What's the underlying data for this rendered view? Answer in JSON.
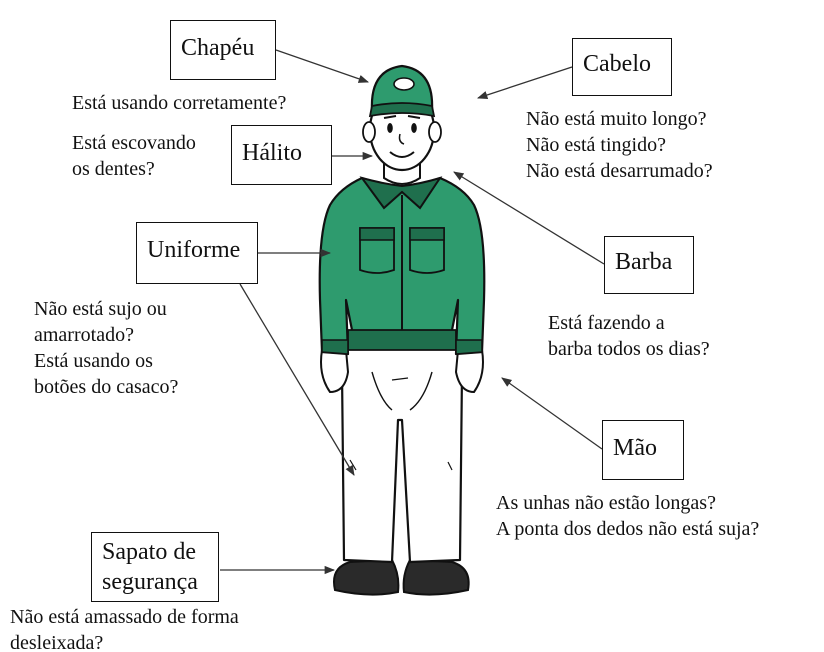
{
  "labels": {
    "chapeu": "Chapéu",
    "cabelo": "Cabelo",
    "halito": "Hálito",
    "uniforme": "Uniforme",
    "barba": "Barba",
    "mao": "Mão",
    "sapato_line1": "Sapato de",
    "sapato_line2": "segurança"
  },
  "notes": {
    "chapeu": [
      "Está usando corretamente?"
    ],
    "cabelo": [
      "Não está muito longo?",
      "Não está tingido?",
      "Não está desarrumado?"
    ],
    "halito": [
      "Está escovando",
      "os dentes?"
    ],
    "uniforme": [
      "Não está sujo ou",
      "amarrotado?",
      "Está usando os",
      "botões do casaco?"
    ],
    "barba": [
      "Está fazendo a",
      "barba todos os dias?"
    ],
    "mao": [
      "As unhas não estão longas?",
      "A ponta dos dedos não está suja?"
    ],
    "sapato": [
      "Não está amassado de forma",
      "desleixada?"
    ]
  },
  "colors": {
    "uniform_green": "#2e9b6e",
    "uniform_dark": "#1f6f4d",
    "shoe": "#2a2a2a",
    "line": "#111111"
  }
}
